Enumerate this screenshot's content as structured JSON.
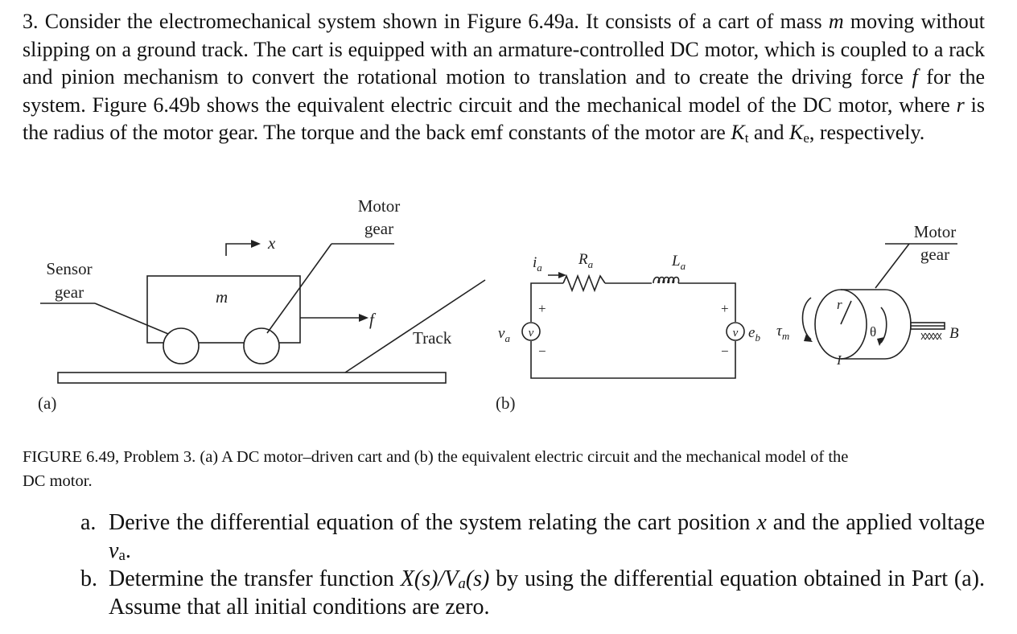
{
  "problem": {
    "seg1": "3. Consider the electromechanical system shown in Figure 6.49a. It consists of a cart of mass ",
    "seg1_var": "m",
    "seg2": " moving without slipping on a ground track. The cart is equipped with an armature-controlled DC motor, which is coupled to a rack and pinion mechanism to convert the rotational motion to translation and to create the driving force ",
    "seg2_var": "f",
    "seg3": " for the system. Figure 6.49b shows the equivalent electric circuit and the mechanical model of the DC motor, where ",
    "seg3_var": "r",
    "seg4": " is the radius of the motor gear. The torque and the back emf constants of the motor are ",
    "kt": "K",
    "kt_sub": "t",
    "seg5": " and ",
    "ke": "K",
    "ke_sub": "e",
    "seg6": ", respectively."
  },
  "figure_a": {
    "motor_gear_line1": "Motor",
    "motor_gear_line2": "gear",
    "x_label": "x",
    "sensor_gear_line1": "Sensor",
    "sensor_gear_line2": "gear",
    "mass_label": "m",
    "force_label": "f",
    "track_label": "Track",
    "panel_label": "(a)"
  },
  "figure_b": {
    "current_label": "i",
    "current_sub": "a",
    "ra_label": "R",
    "ra_sub": "a",
    "la_label": "L",
    "la_sub": "a",
    "va_label": "v",
    "va_sub": "a",
    "source_glyph": "v",
    "plus": "+",
    "minus": "−",
    "eb_label": "e",
    "eb_sub": "b",
    "tau_label": "τ",
    "tau_sub": "m",
    "motor_gear_line1": "Motor",
    "motor_gear_line2": "gear",
    "r_label": "r",
    "theta_label": "θ",
    "inertia_label": "I",
    "damper_label": "B",
    "panel_label": "(b)"
  },
  "caption": {
    "line1": "FIGURE 6.49,  Problem 3. (a) A DC motor–driven cart and (b) the equivalent electric circuit and the mechanical model of the",
    "line2": "DC motor."
  },
  "parts": [
    {
      "label": "a.",
      "t1": "Derive the differential equation of the system relating the cart position ",
      "v1": "x",
      "t2": " and the applied voltage ",
      "v2": "v",
      "v2_sub": "a",
      "t3": "."
    },
    {
      "label": "b.",
      "t1": "Determine the transfer function ",
      "f1": "X",
      "f2": "(s)/V",
      "f2_sub": "a",
      "f3": "(s)",
      "t2": " by using the differential equation obtained in Part (a). Assume that all initial conditions are zero."
    }
  ]
}
